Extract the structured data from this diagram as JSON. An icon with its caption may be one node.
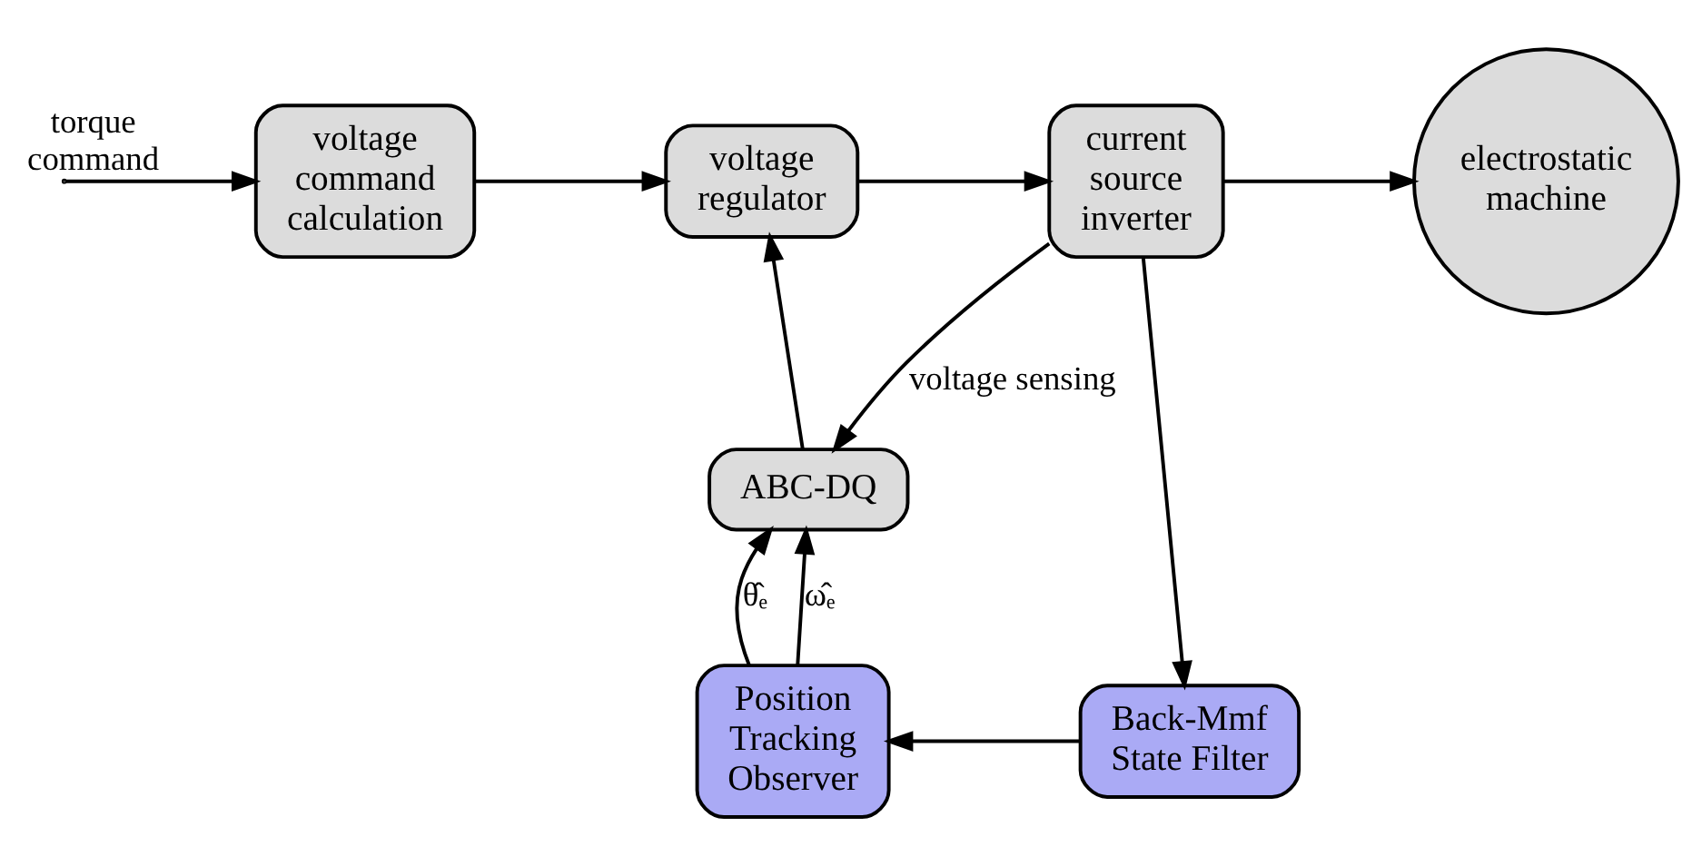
{
  "diagram": {
    "nodes": [
      {
        "text": [
          "voltage command calculation"
        ]
      },
      {
        "text": [
          "voltage regulator"
        ]
      },
      {
        "text": [
          "current source inverter"
        ]
      },
      {
        "text": [
          "electrostatic machine"
        ]
      },
      {
        "text": [
          "ABC-DQ"
        ]
      },
      {
        "text": [
          "Position Tracking Observer"
        ]
      },
      {
        "text": [
          "Back-Mmf State Filter"
        ]
      }
    ],
    "edges": [
      {
        "from": null,
        "to": 0,
        "arrow": "to",
        "label": "torque command"
      },
      {
        "from": 0,
        "to": 1,
        "arrow": "to"
      },
      {
        "from": 1,
        "to": 2,
        "arrow": "to"
      },
      {
        "from": 2,
        "to": 3,
        "arrow": "to"
      },
      {
        "from": 2,
        "to": 4,
        "arrow": "to",
        "label": "voltage sensing"
      },
      {
        "from": 2,
        "to": 6,
        "arrow": "to"
      },
      {
        "from": 4,
        "to": 1,
        "arrow": "to"
      },
      {
        "from": 5,
        "to": 4,
        "arrow": "to",
        "label": "θ̂ₑ"
      },
      {
        "from": 5,
        "to": 4,
        "arrow": "to",
        "label": "ω̂ₑ"
      },
      {
        "from": 6,
        "to": 5,
        "arrow": "to"
      }
    ]
  }
}
